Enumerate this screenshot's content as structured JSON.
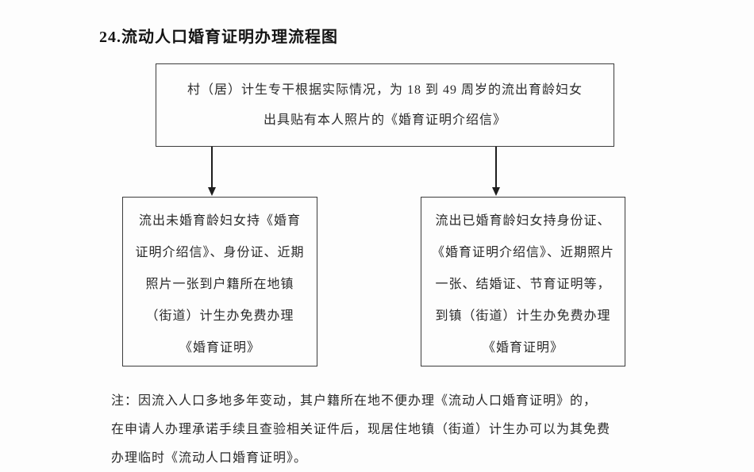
{
  "page": {
    "title": "24.流动人口婚育证明办理流程图"
  },
  "flowchart": {
    "top_box": {
      "lines": [
        "村（居）计生专干根据实际情况，为 18 到 49 周岁的流出育龄妇女",
        "出具贴有本人照片的《婚育证明介绍信》"
      ]
    },
    "left_box": {
      "lines": [
        "流出未婚育龄妇女持《婚育",
        "证明介绍信》、身份证、近期",
        "照片一张到户籍所在地镇",
        "（街道）计生办免费办理",
        "《婚育证明》"
      ]
    },
    "right_box": {
      "lines": [
        "流出已婚育龄妇女持身份证、",
        "《婚育证明介绍信》、近期照片",
        "一张、结婚证、节育证明等，",
        "到镇（街道）计生办免费办理",
        "《婚育证明》"
      ]
    },
    "note": {
      "lines": [
        "注：因流入人口多地多年变动，其户籍所在地不便办理《流动人口婚育证明》的，",
        "在申请人办理承诺手续且查验相关证件后，现居住地镇（街道）计生办可以为其免费",
        "办理临时《流动人口婚育证明》。"
      ]
    }
  }
}
